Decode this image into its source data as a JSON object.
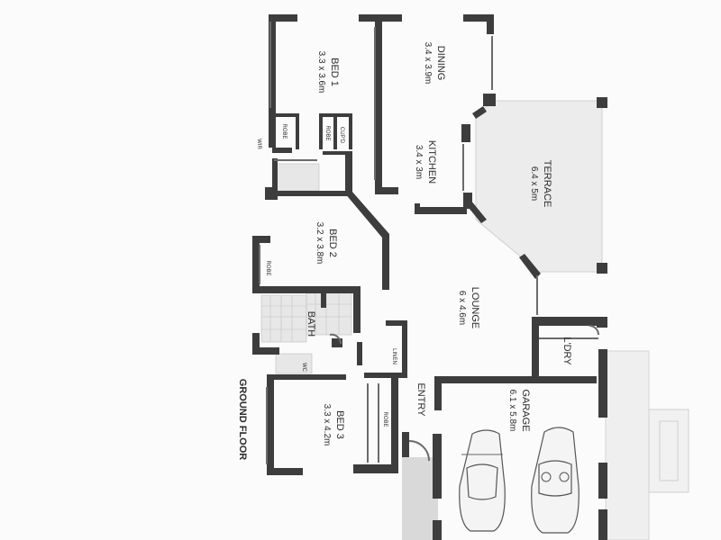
{
  "plan": {
    "floor_label": "GROUND FLOOR",
    "rooms": {
      "bed1": {
        "name": "BED 1",
        "dims": "3.3 x 3.6m"
      },
      "dining": {
        "name": "DINING",
        "dims": "3.4 x 3.9m"
      },
      "kitchen": {
        "name": "KITCHEN",
        "dims": "3.4 x 3m"
      },
      "terrace": {
        "name": "TERRACE",
        "dims": "6.4 x 5m"
      },
      "bed2": {
        "name": "BED 2",
        "dims": "3.2 x 3.8m"
      },
      "lounge": {
        "name": "LOUNGE",
        "dims": "6 x 4.6m"
      },
      "bath": {
        "name": "BATH"
      },
      "ldry": {
        "name": "L'DRY"
      },
      "entry": {
        "name": "ENTRY"
      },
      "garage": {
        "name": "GARAGE",
        "dims": "6.1 x 5.8m"
      },
      "bed3": {
        "name": "BED 3",
        "dims": "3.3 x 4.2m"
      }
    },
    "small_labels": {
      "robe1": "ROBE",
      "robe2": "ROBE",
      "cupd": "CUP'D",
      "wir": "WIR",
      "robe_bed2": "ROBE",
      "linen": "LINEN",
      "wc": "WC",
      "robe_bed3": "ROBE"
    }
  }
}
